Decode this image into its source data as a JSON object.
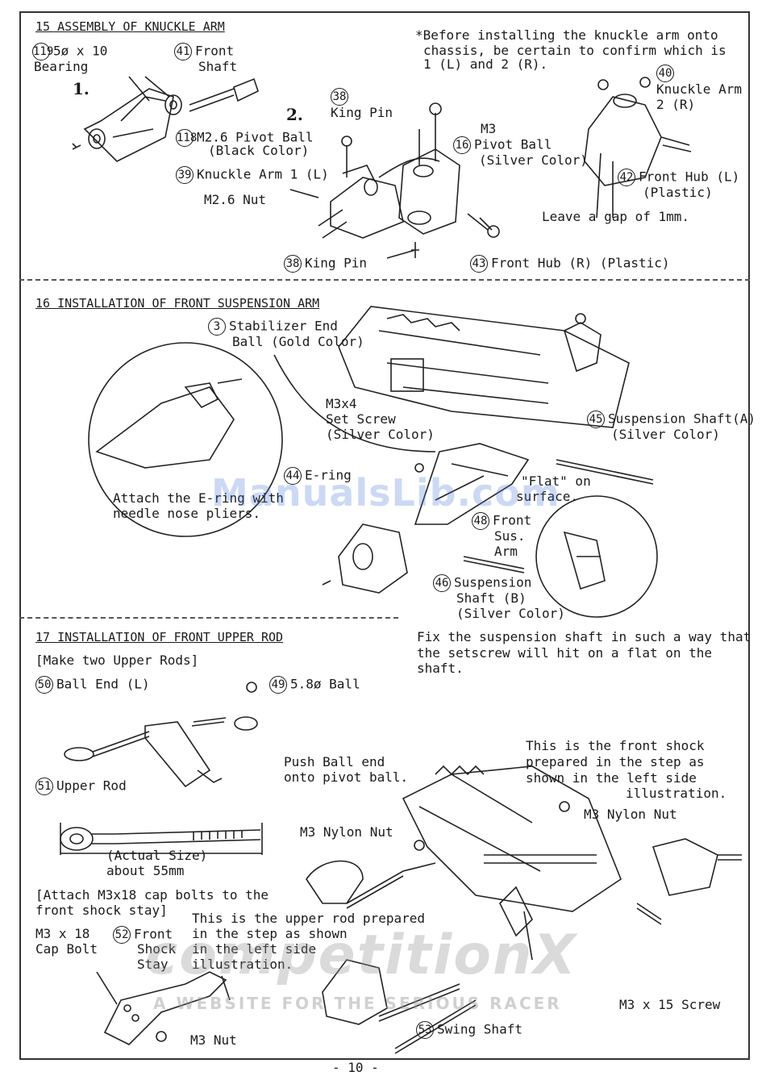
{
  "section15": {
    "title": "15 ASSEMBLY OF KNUCKLE ARM",
    "note_before": "*Before installing the knuckle arm onto",
    "note_line2": "chassis, be certain to confirm which is",
    "note_line3": "1 (L) and 2 (R).",
    "step1": "1.",
    "step2": "2.",
    "p119_num": "119",
    "p119_l1": "5ø x 10",
    "p119_l2": "Bearing",
    "p41_num": "41",
    "p41_l1": "Front",
    "p41_l2": "Shaft",
    "p118_num": "118",
    "p118_l1": "M2.6 Pivot Ball",
    "p118_l2": "(Black Color)",
    "p39_num": "39",
    "p39_l1": "Knuckle Arm 1 (L)",
    "m26nut": "M2.6 Nut",
    "p38a_num": "38",
    "p38a_l1": "King Pin",
    "p38b_num": "38",
    "p38b_l1": "King Pin",
    "m3": "M3",
    "p16_num": "16",
    "p16_l1": "Pivot Ball",
    "p16_l2": "(Silver Color)",
    "p40_num": "40",
    "p40_l1": "Knuckle Arm",
    "p40_l2": "2 (R)",
    "p42_num": "42",
    "p42_l1": "Front Hub (L)",
    "p42_l2": "(Plastic)",
    "gap": "Leave a gap of 1mm.",
    "p43_num": "43",
    "p43_l1": "Front Hub (R) (Plastic)"
  },
  "section16": {
    "title": "16 INSTALLATION OF FRONT SUSPENSION ARM",
    "p3_num": "3",
    "p3_l1": "Stabilizer End",
    "p3_l2": "Ball (Gold Color)",
    "m3x4_l1": "M3x4",
    "m3x4_l2": "Set Screw",
    "m3x4_l3": "(Silver Color)",
    "p45_num": "45",
    "p45_l1": "Suspension Shaft(A)",
    "p45_l2": "(Silver Color)",
    "p44_num": "44",
    "p44_l1": "E-ring",
    "flat_l1": "\"Flat\" on",
    "flat_l2": "surface.",
    "attach_l1": "Attach the E-ring with",
    "attach_l2": "needle nose pliers.",
    "p48_num": "48",
    "p48_l1": "Front",
    "p48_l2": "Sus.",
    "p48_l3": "Arm",
    "p46_num": "46",
    "p46_l1": "Suspension",
    "p46_l2": "Shaft (B)",
    "p46_l3": "(Silver Color)",
    "fix_l1": "Fix the suspension shaft in such a way that",
    "fix_l2": "the setscrew will hit on a flat on the",
    "fix_l3": "shaft."
  },
  "section17": {
    "title": "17 INSTALLATION OF FRONT UPPER ROD",
    "make": "[Make two Upper Rods]",
    "p50_num": "50",
    "p50_l1": "Ball End (L)",
    "p49_num": "49",
    "p49_l1": "5.8ø Ball",
    "p51_num": "51",
    "p51_l1": "Upper Rod",
    "actual_l1": "(Actual Size)",
    "actual_l2": "about 55mm",
    "attach_l1": "[Attach M3x18 cap bolts to the",
    "attach_l2": "front shock stay]",
    "m3x18_l1": "M3 x 18",
    "m3x18_l2": "Cap Bolt",
    "p52_num": "52",
    "p52_l1": "Front",
    "p52_l2": "Shock",
    "p52_l3": "Stay",
    "m3nut": "M3 Nut",
    "push_l1": "Push Ball end",
    "push_l2": "onto pivot ball.",
    "shock_l1": "This is the front shock",
    "shock_l2": "prepared in the step as",
    "shock_l3": "shown in the left side",
    "shock_l4": "illustration.",
    "nylon1": "M3 Nylon Nut",
    "nylon2": "M3 Nylon Nut",
    "upper_l1": "This is the upper rod prepared",
    "upper_l2": "in the step as shown",
    "upper_l3": "in the left side",
    "upper_l4": "illustration.",
    "m3x15": "M3 x 15 Screw",
    "p53_num": "53",
    "p53_l1": "Swing Shaft"
  },
  "watermarks": {
    "manualslib": "ManualsLib.com",
    "compx": "competitionX",
    "compx_tag": "A WEBSITE FOR THE SERIOUS RACER"
  },
  "page_number": "- 10 -"
}
